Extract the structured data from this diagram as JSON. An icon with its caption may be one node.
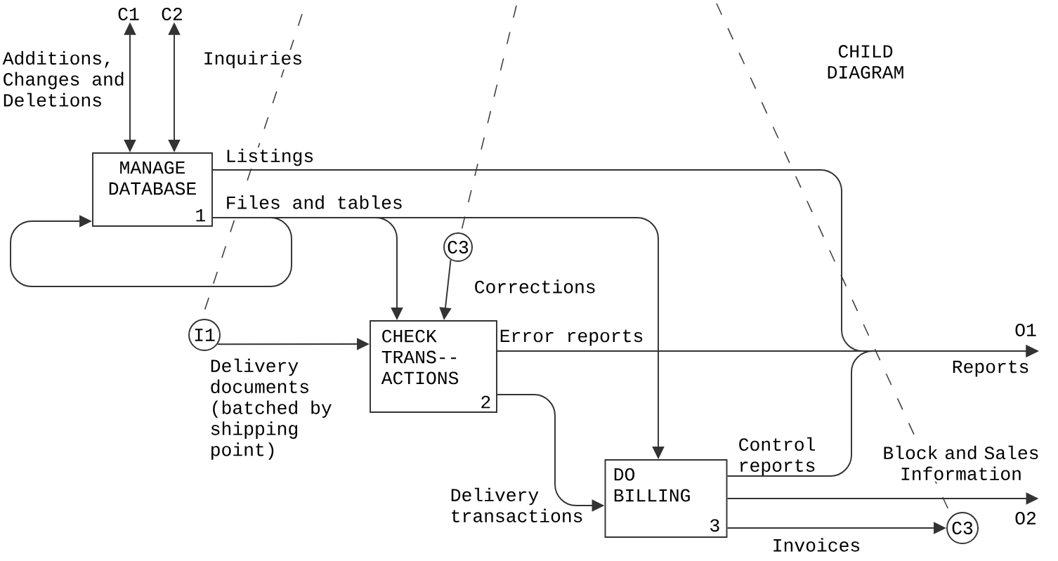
{
  "diagram": {
    "nodes": [
      {
        "text": [
          "C1"
        ]
      },
      {
        "text": [
          "C2"
        ]
      },
      {
        "text": [
          "MANAGE DATABASE",
          "1"
        ]
      },
      {
        "text": [
          "C3"
        ]
      },
      {
        "text": [
          "I1"
        ]
      },
      {
        "text": [
          "CHECK TRANS-- ACTIONS",
          "2"
        ]
      },
      {
        "text": [
          "DO BILLING",
          "3"
        ]
      },
      {
        "text": [
          "O1"
        ]
      },
      {
        "text": [
          "O2"
        ]
      },
      {
        "text": [
          "C3"
        ]
      }
    ],
    "edges": [
      {
        "from": 0,
        "to": 2,
        "arrow": "both",
        "label": "Additions, Changes and Deletions"
      },
      {
        "from": 1,
        "to": 2,
        "arrow": "both",
        "label": "Inquiries"
      },
      {
        "from": 2,
        "to": 7,
        "arrow": "to",
        "label": "Listings"
      },
      {
        "from": 5,
        "to": 7,
        "arrow": "to",
        "label": "Error reports"
      },
      {
        "from": 6,
        "to": 7,
        "arrow": "to",
        "label": "Control reports"
      },
      {
        "from": 2,
        "to": 5,
        "arrow": "to",
        "label": "Files and tables"
      },
      {
        "from": 2,
        "to": 6,
        "arrow": "to"
      },
      {
        "from": 2,
        "to": 2,
        "arrow": "to"
      },
      {
        "from": 3,
        "to": 5,
        "arrow": "to",
        "label": "Corrections"
      },
      {
        "from": 4,
        "to": 5,
        "arrow": "to",
        "label": "Delivery documents (batched by shipping point)"
      },
      {
        "from": 5,
        "to": 6,
        "arrow": "to",
        "label": "Delivery transactions"
      },
      {
        "from": 6,
        "to": 8,
        "arrow": "to",
        "label": "Block and Sales Information"
      },
      {
        "from": 6,
        "to": 9,
        "arrow": "to",
        "label": "Invoices"
      }
    ],
    "labels": [
      "CHILD DIAGRAM",
      "Reports"
    ]
  }
}
